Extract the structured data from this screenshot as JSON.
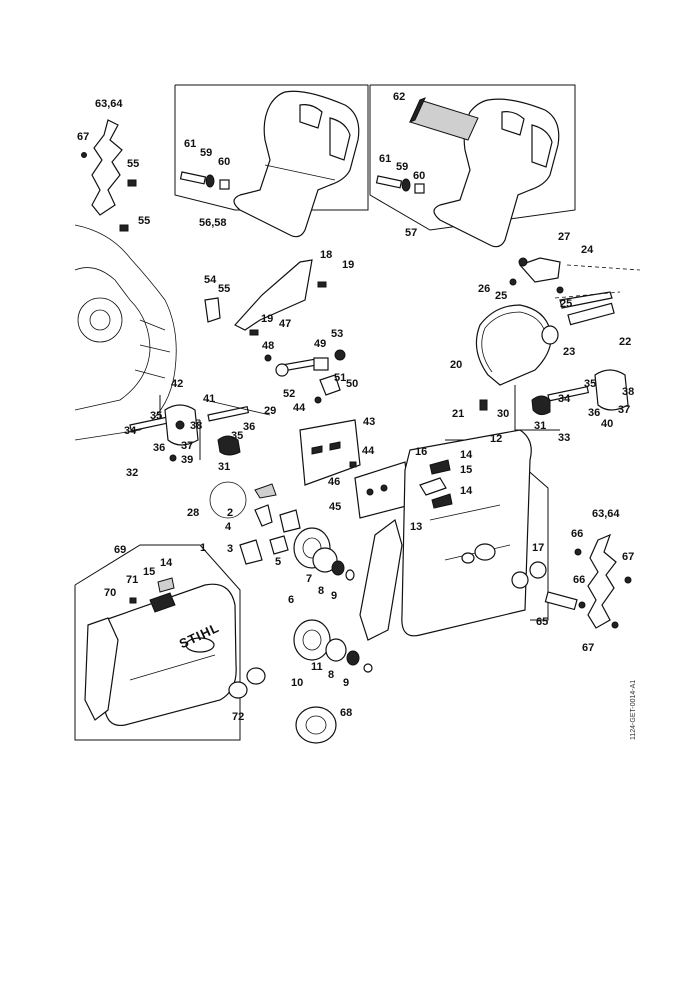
{
  "labels": {
    "l1": "63,64",
    "l2": "67",
    "l3": "55",
    "l4": "55",
    "l5": "61",
    "l6": "59",
    "l7": "60",
    "l8": "56,58",
    "l9": "62",
    "l10": "61",
    "l11": "59",
    "l12": "60",
    "l13": "57",
    "l14": "18",
    "l15": "19",
    "l16": "54",
    "l17": "55",
    "l18": "19",
    "l19": "47",
    "l20": "53",
    "l21": "48",
    "l22": "49",
    "l23": "52",
    "l24": "44",
    "l25": "51",
    "l26": "50",
    "l27": "27",
    "l28": "24",
    "l29": "26",
    "l30": "25",
    "l31": "25",
    "l32": "22",
    "l33": "23",
    "l34": "20",
    "l35": "21",
    "l36": "42",
    "l37": "41",
    "l38": "35",
    "l39": "34",
    "l40": "38",
    "l41": "36",
    "l42": "37",
    "l43": "39",
    "l44": "32",
    "l45": "29",
    "l46": "35",
    "l47": "36",
    "l48": "31",
    "l49": "43",
    "l50": "44",
    "l51": "46",
    "l52": "45",
    "l53": "30",
    "l54": "31",
    "l55": "35",
    "l56": "34",
    "l57": "38",
    "l58": "36",
    "l59": "37",
    "l60": "40",
    "l61": "33",
    "l62": "12",
    "l63": "16",
    "l64": "14",
    "l65": "15",
    "l66": "14",
    "l67": "28",
    "l68": "2",
    "l69": "4",
    "l70": "3",
    "l71": "1",
    "l72": "5",
    "l73": "7",
    "l74": "8",
    "l75": "9",
    "l76": "6",
    "l77": "13",
    "l78": "17",
    "l79": "63,64",
    "l80": "66",
    "l81": "67",
    "l82": "66",
    "l83": "65",
    "l84": "67",
    "l85": "69",
    "l86": "14",
    "l87": "71",
    "l88": "15",
    "l89": "70",
    "l90": "11",
    "l91": "8",
    "l92": "9",
    "l93": "10",
    "l94": "72",
    "l95": "68"
  },
  "logo_text": "STIHL",
  "drawing_code": "1124-GET-0014-A1"
}
